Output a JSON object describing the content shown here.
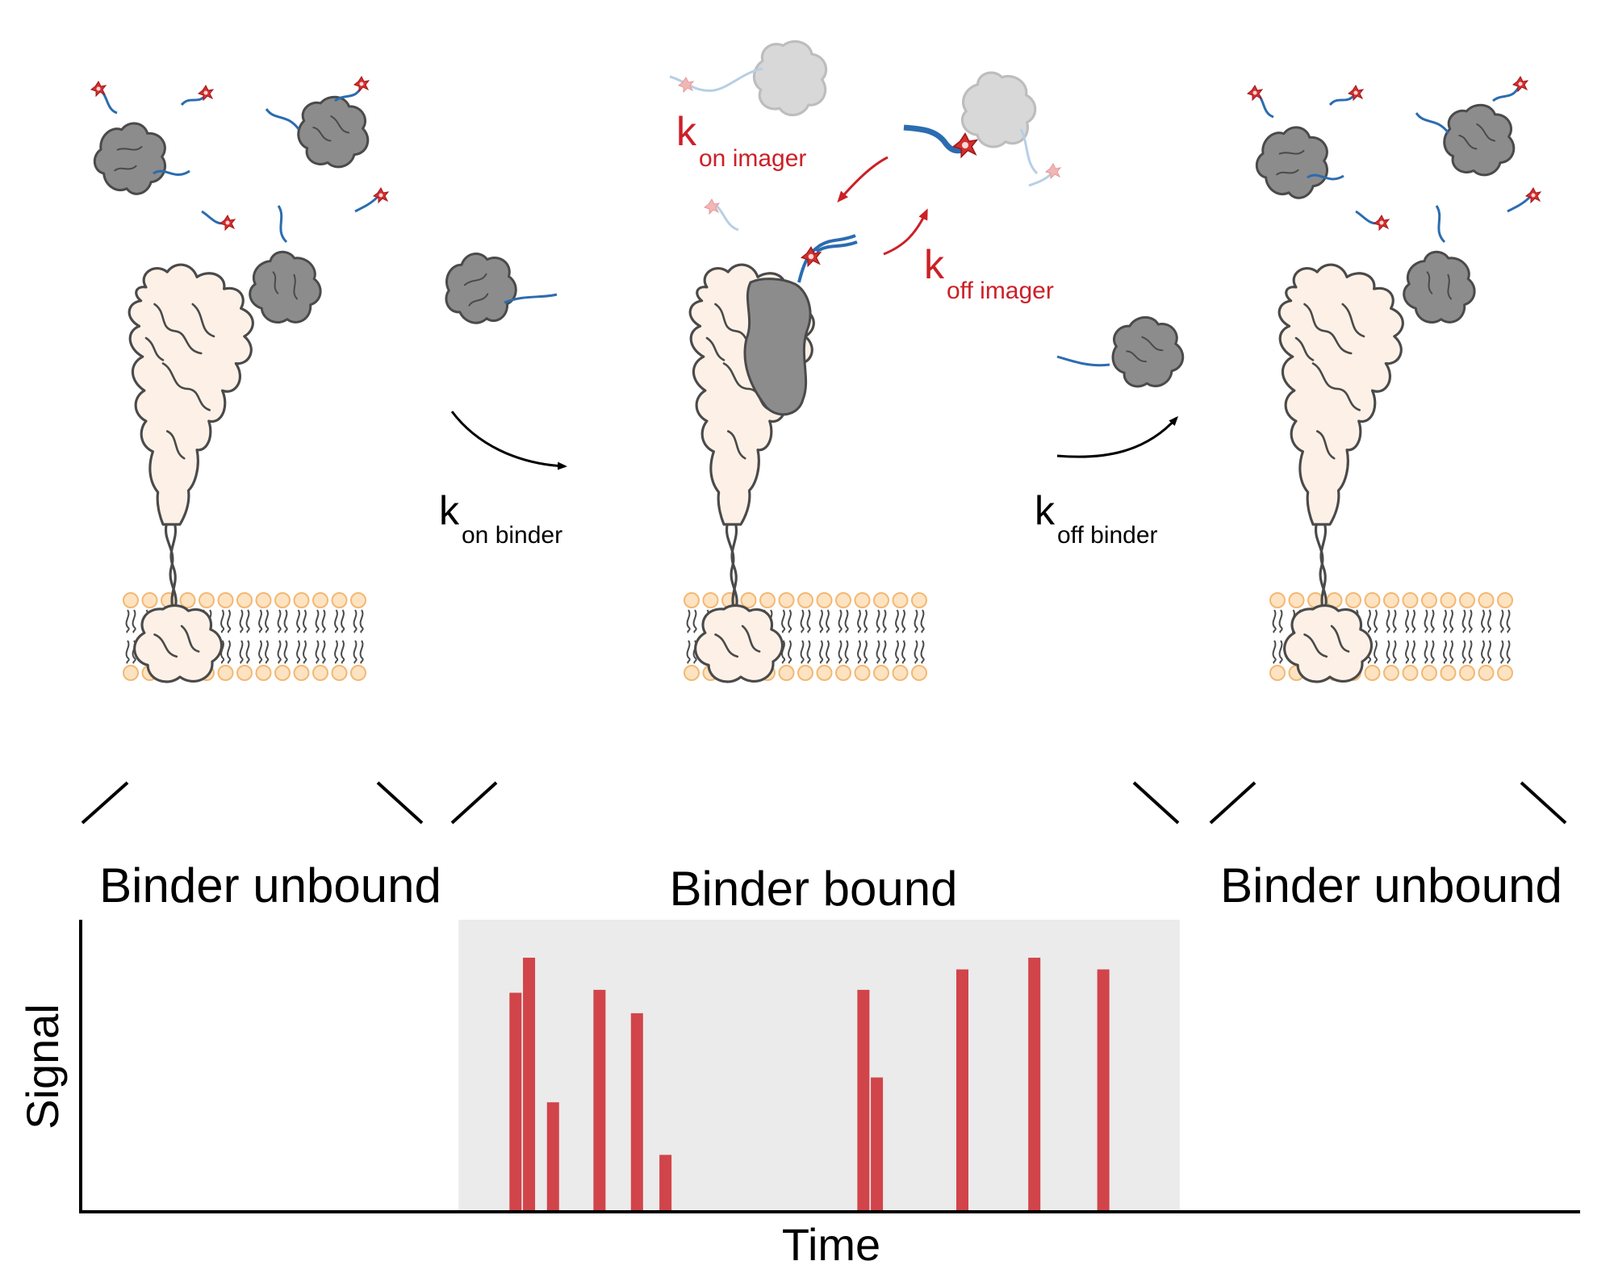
{
  "panels": {
    "left_caption": "Binder unbound",
    "middle_caption": "Binder bound",
    "right_caption": "Binder unbound"
  },
  "rates": {
    "kon_binder": {
      "k": "k",
      "sub": "on binder"
    },
    "koff_binder": {
      "k": "k",
      "sub": "off binder"
    },
    "kon_imager": {
      "k": "k",
      "sub": "on imager"
    },
    "koff_imager": {
      "k": "k",
      "sub": "off imager"
    }
  },
  "chart_data": {
    "type": "bar",
    "xlabel": "Time",
    "ylabel": "Signal",
    "x_range": [
      0,
      1
    ],
    "y_range": [
      0,
      1
    ],
    "bound_interval": [
      0.252,
      0.733
    ],
    "bars": [
      {
        "t": 0.29,
        "signal": 0.75
      },
      {
        "t": 0.299,
        "signal": 0.87
      },
      {
        "t": 0.315,
        "signal": 0.375
      },
      {
        "t": 0.346,
        "signal": 0.76
      },
      {
        "t": 0.371,
        "signal": 0.68
      },
      {
        "t": 0.39,
        "signal": 0.195
      },
      {
        "t": 0.522,
        "signal": 0.76
      },
      {
        "t": 0.531,
        "signal": 0.46
      },
      {
        "t": 0.588,
        "signal": 0.83
      },
      {
        "t": 0.636,
        "signal": 0.87
      },
      {
        "t": 0.682,
        "signal": 0.83
      }
    ]
  },
  "colors": {
    "receptor_fill": "#fdf1e7",
    "outline": "#4a4a4a",
    "binder_fill": "#8c8c8c",
    "binder_faded": "#d8d8d8",
    "dna_strand": "#2b6cb0",
    "dna_faded": "#b7cfe6",
    "fluorophore": "#d32f2f",
    "rate_red": "#cc2027",
    "bar_red": "#d1444a",
    "bound_shade": "#ebebeb",
    "membrane_head": "#fde3c2",
    "membrane_head_edge": "#f3b873"
  }
}
